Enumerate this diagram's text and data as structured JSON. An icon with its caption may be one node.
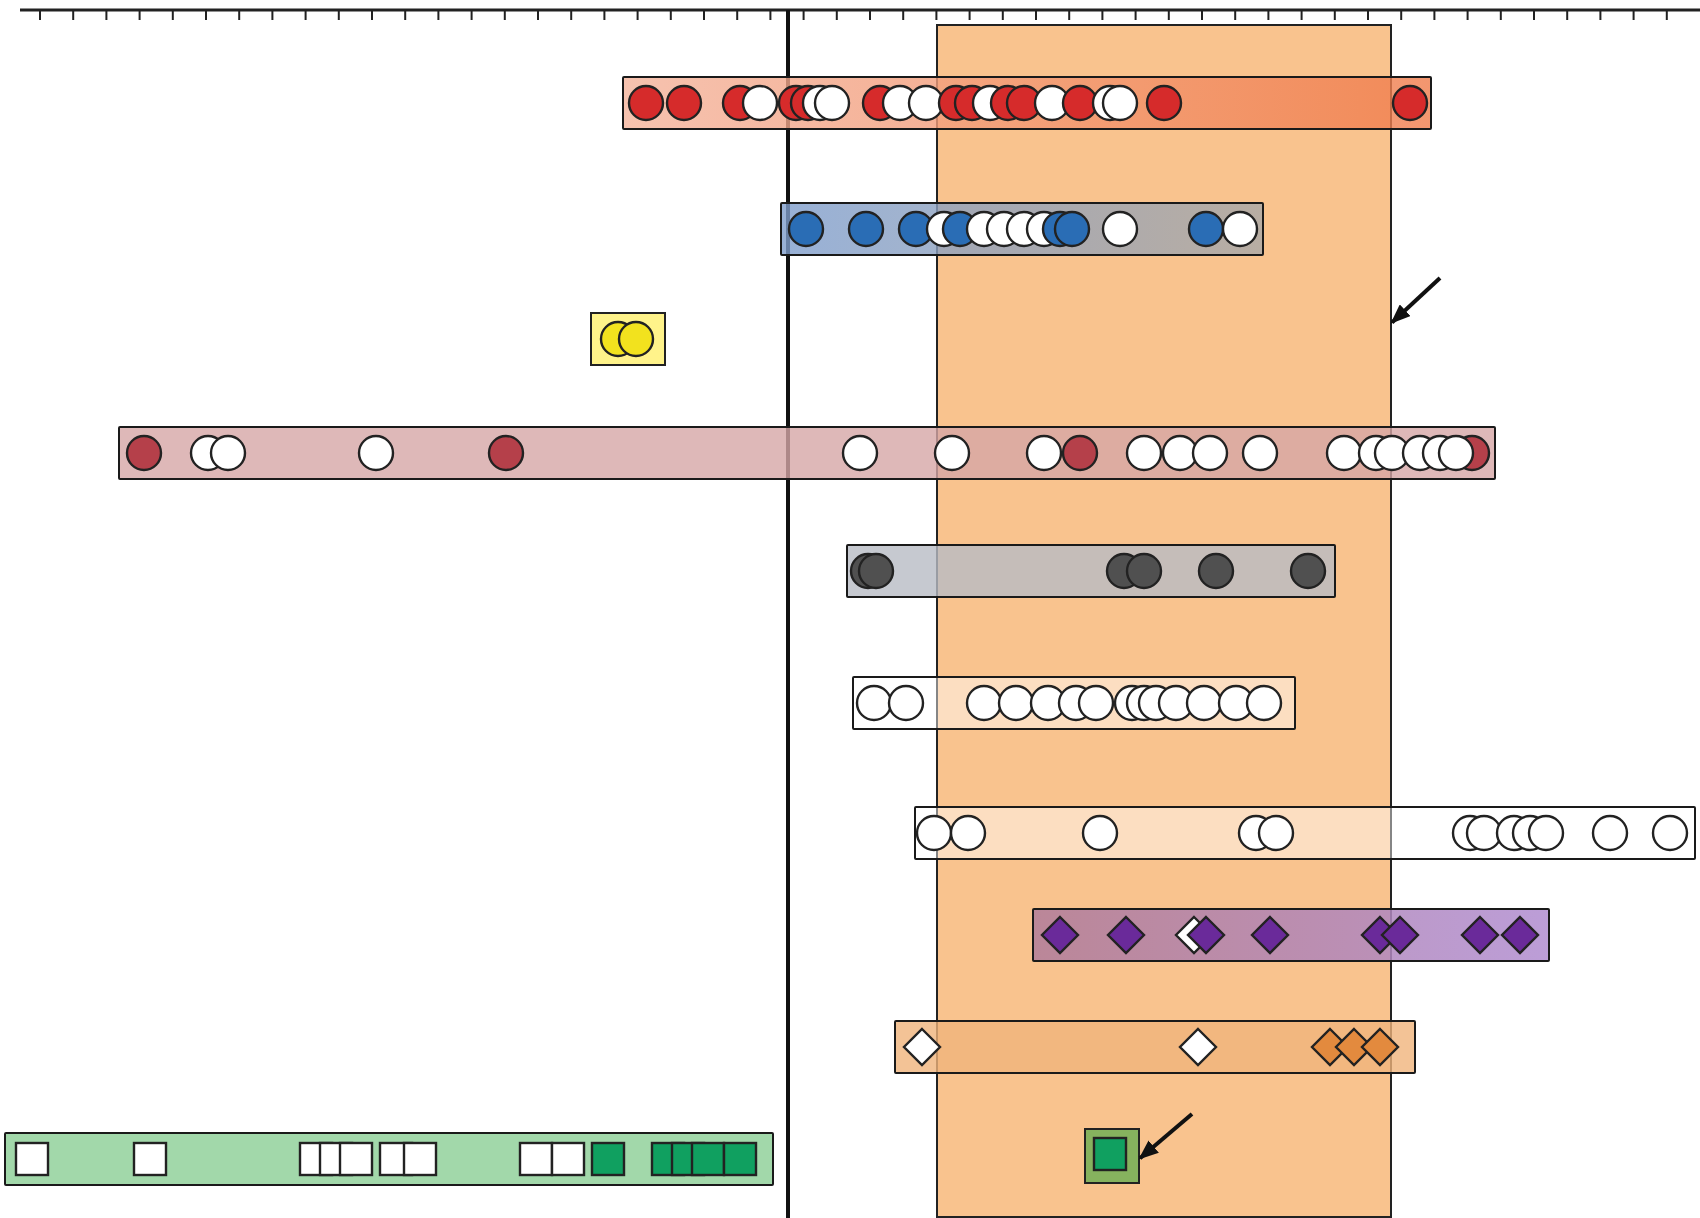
{
  "diagram": {
    "nodes": [
      {
        "text": [],
        "shape": "box"
      },
      {
        "text": [],
        "shape": "bar"
      },
      {
        "text": [],
        "shape": "bar"
      },
      {
        "text": [],
        "shape": "box"
      },
      {
        "text": [],
        "shape": "bar"
      },
      {
        "text": [],
        "shape": "bar"
      },
      {
        "text": [],
        "shape": "bar"
      },
      {
        "text": [],
        "shape": "bar"
      },
      {
        "text": [],
        "shape": "bar"
      },
      {
        "text": [],
        "shape": "bar"
      },
      {
        "text": [],
        "shape": "bar"
      },
      {
        "text": [],
        "shape": "box",
        "in": 0
      }
    ],
    "edges": [
      {
        "from": null,
        "to": 0,
        "arrow": "to"
      },
      {
        "from": null,
        "to": 11,
        "arrow": "to"
      }
    ]
  }
}
